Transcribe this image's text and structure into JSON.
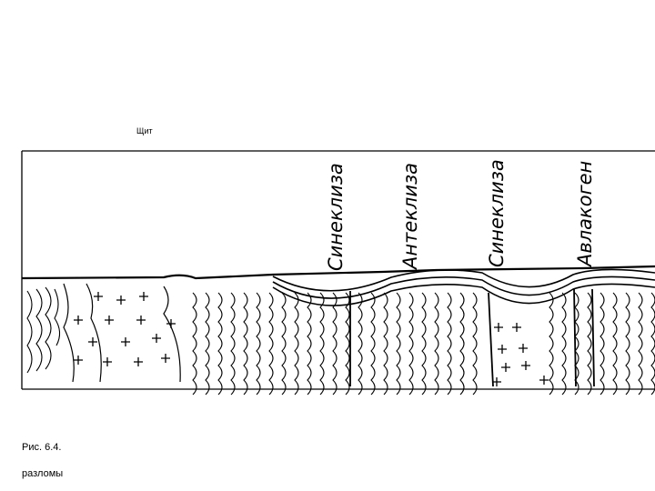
{
  "slide": {
    "label_top": "Щит",
    "caption_figure": "Рис. 6.4.",
    "caption_text": "разломы"
  },
  "structures": [
    {
      "key": "syneclise_1",
      "label": "Синеклиза"
    },
    {
      "key": "anteclise",
      "label": "Антеклиза"
    },
    {
      "key": "syneclise_2",
      "label": "Синеклиза"
    },
    {
      "key": "aulacogen",
      "label": "Авлакоген"
    }
  ]
}
